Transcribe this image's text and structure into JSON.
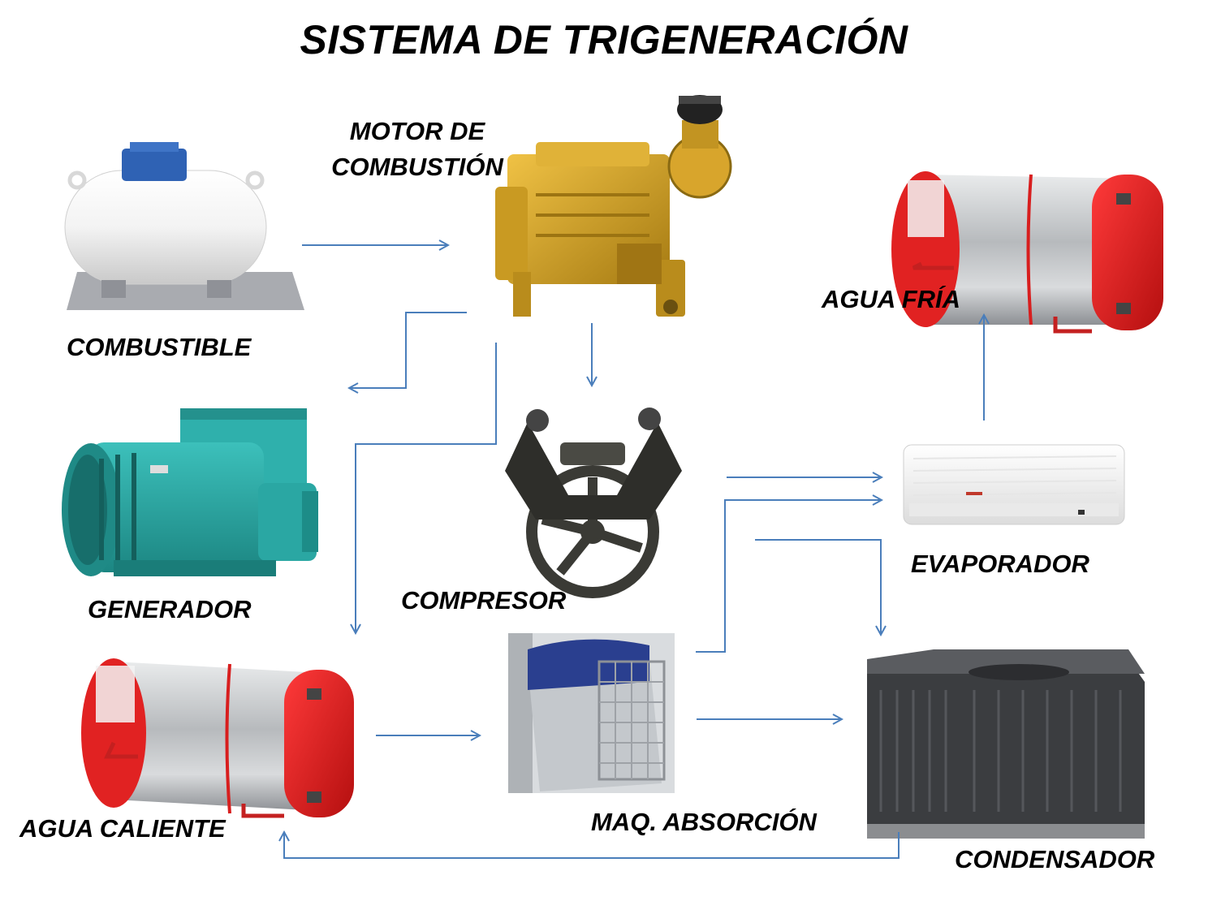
{
  "title": "SISTEMA DE TRIGENERACIÓN",
  "colors": {
    "arrow": "#4a7ebb",
    "tank_white": "#f1f1f1",
    "tank_valve": "#2f62b4",
    "engine_yellow": "#d8a52c",
    "generator_teal": "#2aa7a3",
    "compressor_dark": "#3a3a35",
    "heater_red": "#e01f1f",
    "heater_steel": "#c8cacc",
    "condenser_dark": "#3b3d40",
    "evaporator_white": "#f4f4f4",
    "absorption_blue": "#2a3f8f"
  },
  "components": {
    "combustible": {
      "label": "COMBUSTIBLE",
      "icon": "fuel-tank-icon"
    },
    "motor": {
      "label_line1": "MOTOR DE",
      "label_line2": "COMBUSTIÓN",
      "icon": "engine-icon"
    },
    "generador": {
      "label": "GENERADOR",
      "icon": "generator-icon"
    },
    "compresor": {
      "label": "COMPRESOR",
      "icon": "compressor-icon"
    },
    "agua_fria": {
      "label": "AGUA FRÍA",
      "icon": "water-heater-icon"
    },
    "evaporador": {
      "label": "EVAPORADOR",
      "icon": "split-ac-icon"
    },
    "agua_caliente": {
      "label": "AGUA CALIENTE",
      "icon": "water-heater-icon"
    },
    "maq_absorcion": {
      "label": "MAQ. ABSORCIÓN",
      "icon": "absorption-chiller-icon"
    },
    "condensador": {
      "label": "CONDENSADOR",
      "icon": "condenser-unit-icon"
    }
  },
  "flows": [
    {
      "from": "combustible",
      "to": "motor"
    },
    {
      "from": "motor",
      "to": "generador"
    },
    {
      "from": "motor",
      "to": "compresor"
    },
    {
      "from": "motor",
      "to": "agua_caliente"
    },
    {
      "from": "compresor",
      "to": "evaporador"
    },
    {
      "from": "compresor",
      "to": "condensador"
    },
    {
      "from": "evaporador",
      "to": "agua_fria"
    },
    {
      "from": "agua_caliente",
      "to": "maq_absorcion"
    },
    {
      "from": "maq_absorcion",
      "to": "evaporador"
    },
    {
      "from": "maq_absorcion",
      "to": "condensador"
    },
    {
      "from": "condensador",
      "to": "agua_caliente"
    }
  ]
}
